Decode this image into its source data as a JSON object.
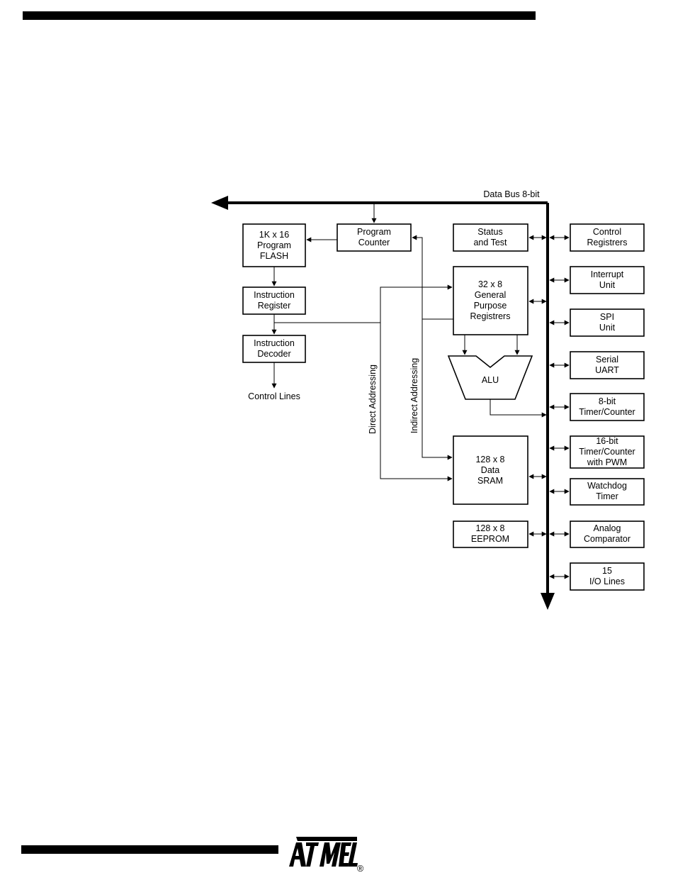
{
  "diagram": {
    "bus_label": "Data Bus 8-bit",
    "blocks": {
      "flash": [
        "1K x 16",
        "Program",
        "FLASH"
      ],
      "program_counter": [
        "Program",
        "Counter"
      ],
      "instruction_register": [
        "Instruction",
        "Register"
      ],
      "instruction_decoder": [
        "Instruction",
        "Decoder"
      ],
      "status_test": [
        "Status",
        "and Test"
      ],
      "gp_registers": [
        "32 x 8",
        "General",
        "Purpose",
        "Registrers"
      ],
      "alu": [
        "ALU"
      ],
      "sram": [
        "128 x 8",
        "Data",
        "SRAM"
      ],
      "eeprom": [
        "128 x 8",
        "EEPROM"
      ],
      "control_registers": [
        "Control",
        "Registrers"
      ],
      "interrupt_unit": [
        "Interrupt",
        "Unit"
      ],
      "spi_unit": [
        "SPI",
        "Unit"
      ],
      "serial_uart": [
        "Serial",
        "UART"
      ],
      "timer8": [
        "8-bit",
        "Timer/Counter"
      ],
      "timer16": [
        "16-bit",
        "Timer/Counter",
        "with PWM"
      ],
      "watchdog": [
        "Watchdog",
        "Timer"
      ],
      "analog_comparator": [
        "Analog",
        "Comparator"
      ],
      "io_lines": [
        "15",
        "I/O Lines"
      ]
    },
    "control_lines_label": "Control Lines",
    "direct_addressing_label": "Direct Addressing",
    "indirect_addressing_label": "Indirect Addressing"
  },
  "footer": {
    "logo_text": "ATMEL",
    "registered_mark": "®"
  }
}
